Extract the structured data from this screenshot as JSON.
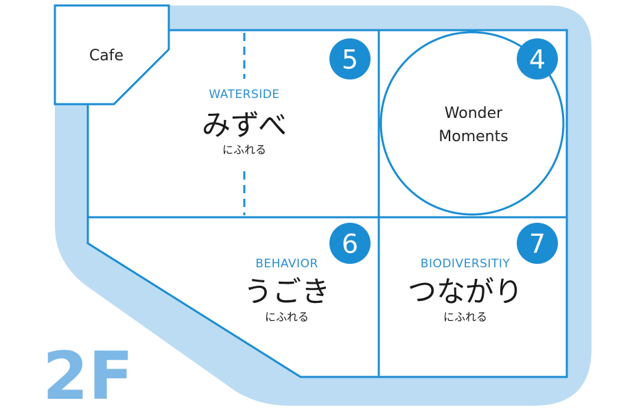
{
  "floor": {
    "label": "2F"
  },
  "cafe": {
    "label": "Cafe"
  },
  "colors": {
    "outline": "#1b8dd3",
    "band": "#bcdcf3",
    "badge": "#1b8dd3",
    "floor_text": "#7db8e6"
  },
  "zones": [
    {
      "number": "5",
      "en": "WATERSIDE",
      "jp": "みずべ",
      "sub": "にふれる"
    },
    {
      "number": "4",
      "line1": "Wonder",
      "line2": "Moments"
    },
    {
      "number": "6",
      "en": "BEHAVIOR",
      "jp": "うごき",
      "sub": "にふれる"
    },
    {
      "number": "7",
      "en": "BIODIVERSITIY",
      "jp": "つながり",
      "sub": "にふれる"
    }
  ]
}
